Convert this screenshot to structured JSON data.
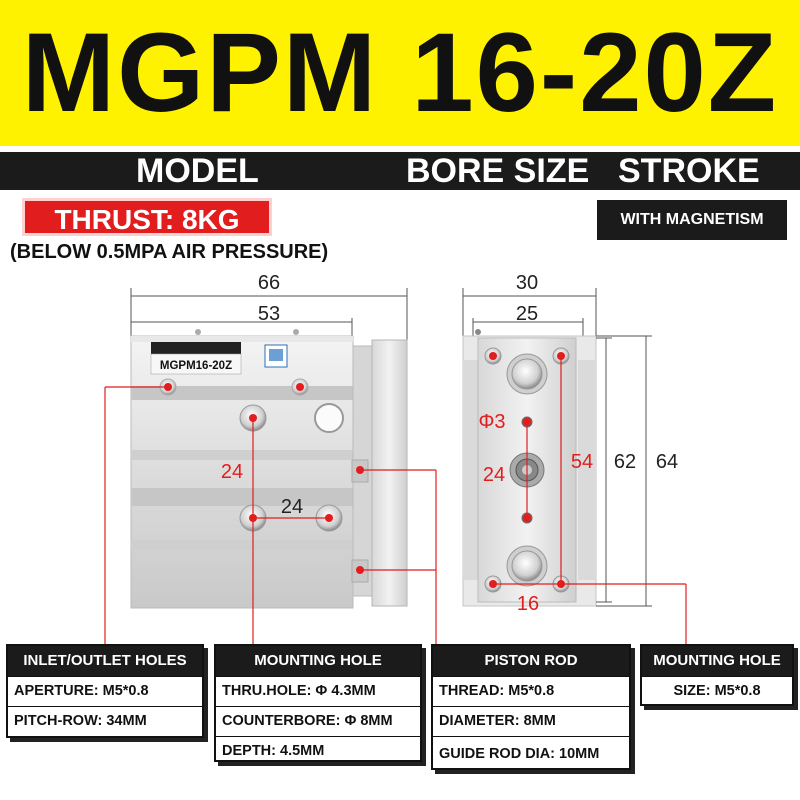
{
  "header": {
    "title": "MGPM 16-20Z"
  },
  "subheader": {
    "model_label": "MODEL",
    "bore_label": "BORE SIZE",
    "stroke_label": "STROKE"
  },
  "thrust": {
    "label": "THRUST: 8KG",
    "note": "(BELOW 0.5MPA AIR PRESSURE)"
  },
  "magnetism": {
    "label": "WITH MAGNETISM"
  },
  "front_view": {
    "width_outer": "66",
    "width_inner": "53",
    "label_plate": "MGPM16-20Z",
    "hole_vertical": "24",
    "hole_horizontal": "24"
  },
  "side_view": {
    "width_outer": "30",
    "width_inner": "25",
    "rod_hole": "Φ3",
    "center_pitch": "24",
    "pitch_vertical": "54",
    "height_inner": "62",
    "height_outer": "64",
    "pitch_horizontal": "16"
  },
  "boxes": {
    "inlet": {
      "title": "INLET/OUTLET HOLES",
      "rows": [
        "APERTURE: M5*0.8",
        "PITCH-ROW: 34MM"
      ]
    },
    "mounting": {
      "title": "MOUNTING HOLE",
      "rows": [
        "THRU.HOLE: Φ 4.3MM",
        "COUNTERBORE: Φ 8MM",
        "DEPTH: 4.5MM"
      ]
    },
    "piston": {
      "title": "PISTON ROD",
      "rows": [
        "THREAD: M5*0.8",
        "DIAMETER: 8MM",
        "GUIDE ROD DIA: 10MM"
      ]
    },
    "mounting2": {
      "title": "MOUNTING HOLE",
      "rows": [
        "SIZE: M5*0.8"
      ]
    }
  },
  "colors": {
    "accent_yellow": "#fff200",
    "accent_red": "#e21d1d",
    "dark": "#1b1b1b"
  }
}
